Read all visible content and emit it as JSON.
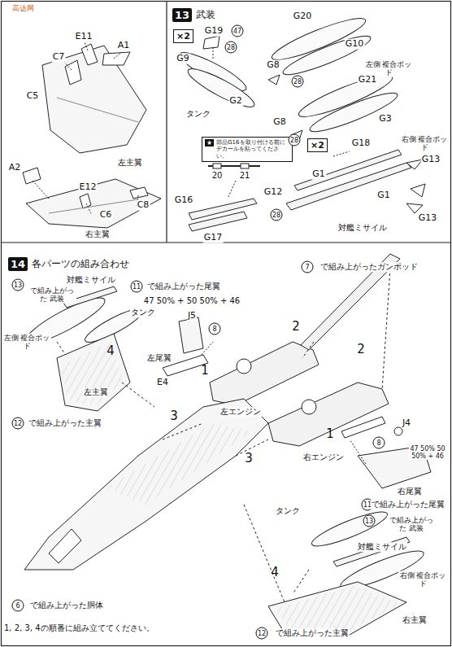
{
  "diagram": {
    "nodes": [
      {
        "text": [
          "13",
          "武装"
        ]
      },
      {
        "text": [
          "×2"
        ]
      },
      {
        "text": [
          "★",
          "部品G16を取り付ける前にデカールを貼ってください。"
        ]
      },
      {
        "text": [
          "×2"
        ]
      },
      {
        "text": [
          "14",
          "各パーツの組み合わせ"
        ]
      }
    ],
    "labels": [
      "高达网",
      "C7",
      "E11",
      "A1",
      "C5",
      "左主翼",
      "A2",
      "E12",
      "C6",
      "C8",
      "右主翼",
      "G19",
      "47",
      "28",
      "G9",
      "G2",
      "タンク",
      "G20",
      "G8",
      "28",
      "G10",
      "左側 複合ポッド",
      "G21",
      "G8",
      "28",
      "G3",
      "右側 複合ポッド",
      "20",
      "21",
      "G16",
      "G17",
      "G18",
      "G1",
      "G13",
      "G13",
      "G12",
      "G1",
      "28",
      "対艦ミサイル",
      "13",
      "で組み上がった 武装",
      "対艦ミサイル",
      "タンク",
      "左側 複合ポッド",
      "11",
      "で組み上がった尾翼",
      "47 50% + 50 50% + 46",
      "J5",
      "8",
      "左尾翼",
      "E4",
      "1",
      "左エンジン",
      "左主翼",
      "4",
      "12",
      "で組み上がった主翼",
      "3",
      "3",
      "2",
      "2",
      "7",
      "で組み上がったガンポッド",
      "右エンジン",
      "1",
      "8",
      "J4",
      "47 50% 50 50% + 46",
      "右尾翼",
      "11",
      "で組み上がった尾翼",
      "タンク",
      "13",
      "で組み上がった 武装",
      "対艦ミサイル",
      "右側 複合ポッド",
      "6",
      "で組み上がった胴体",
      "4",
      "右主翼",
      "12",
      "で組み上がった主翼",
      "1, 2, 3, 4の順番に組み立ててください。"
    ]
  }
}
